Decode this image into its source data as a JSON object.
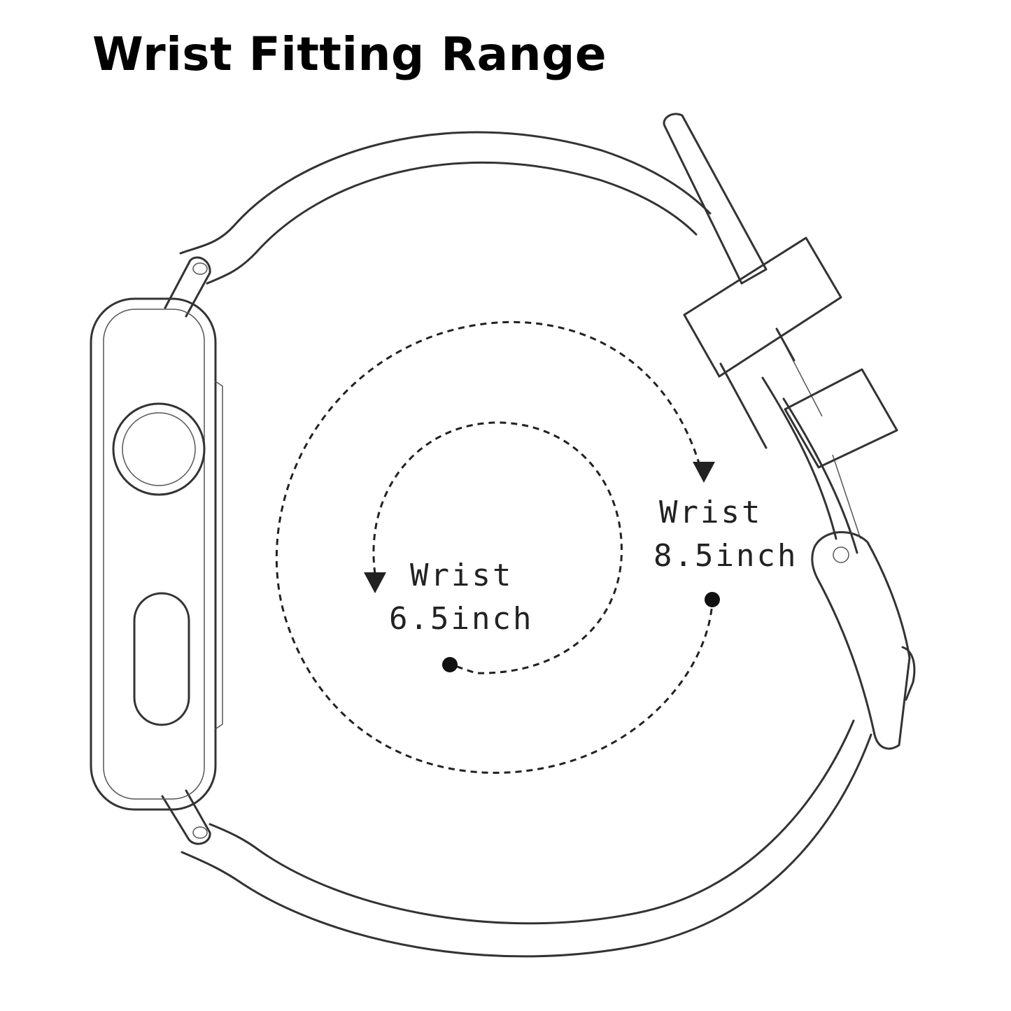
{
  "title": "Wrist Fitting Range",
  "labels": {
    "large": {
      "line1": "Wrist",
      "line2": "8.5inch"
    },
    "small": {
      "line1": "Wrist",
      "line2": "6.5inch"
    }
  },
  "colors": {
    "text": "#000000",
    "outline": "#333333",
    "background": "#ffffff"
  },
  "icons": [
    "watch-case",
    "digital-crown-icon",
    "side-button-icon",
    "band-loop",
    "buckle-icon",
    "arrow-head-icon",
    "start-dot-icon"
  ]
}
